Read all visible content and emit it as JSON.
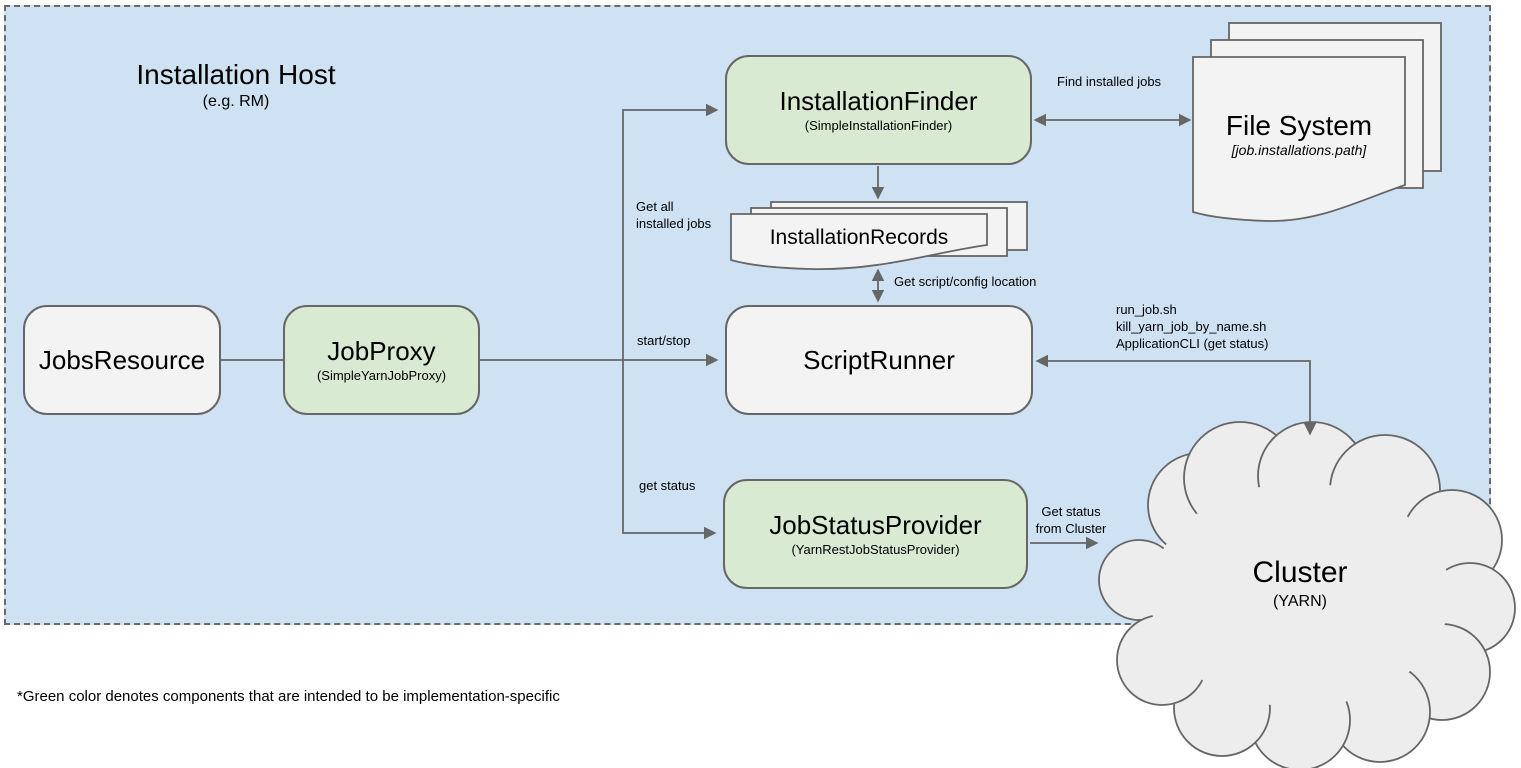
{
  "host": {
    "title": "Installation Host",
    "subtitle": "(e.g. RM)"
  },
  "nodes": {
    "jobs_resource": {
      "title": "JobsResource"
    },
    "job_proxy": {
      "title": "JobProxy",
      "subtitle": "(SimpleYarnJobProxy)"
    },
    "installation_finder": {
      "title": "InstallationFinder",
      "subtitle": "(SimpleInstallationFinder)"
    },
    "installation_records": {
      "title": "InstallationRecords"
    },
    "script_runner": {
      "title": "ScriptRunner"
    },
    "job_status_provider": {
      "title": "JobStatusProvider",
      "subtitle": "(YarnRestJobStatusProvider)"
    },
    "file_system": {
      "title": "File System",
      "subtitle": "[job.installations.path]"
    },
    "cluster": {
      "title": "Cluster",
      "subtitle": "(YARN)"
    }
  },
  "edge_labels": {
    "find_installed_jobs": "Find installed jobs",
    "get_all_installed_jobs": "Get all\ninstalled jobs",
    "get_script_config_location": "Get script/config location",
    "start_stop": "start/stop",
    "run_scripts": "run_job.sh\nkill_yarn_job_by_name.sh\nApplicationCLI (get status)",
    "get_status": "get status",
    "get_status_from_cluster": "Get status\nfrom Cluster"
  },
  "footnote": "*Green color denotes components that are intended to be implementation-specific",
  "colors": {
    "host_fill": "#cfe2f3",
    "implementation_specific_green": "#d9ead3",
    "generic_gray": "#f3f3f3",
    "cloud_fill": "#ededed",
    "stroke": "#666666"
  }
}
